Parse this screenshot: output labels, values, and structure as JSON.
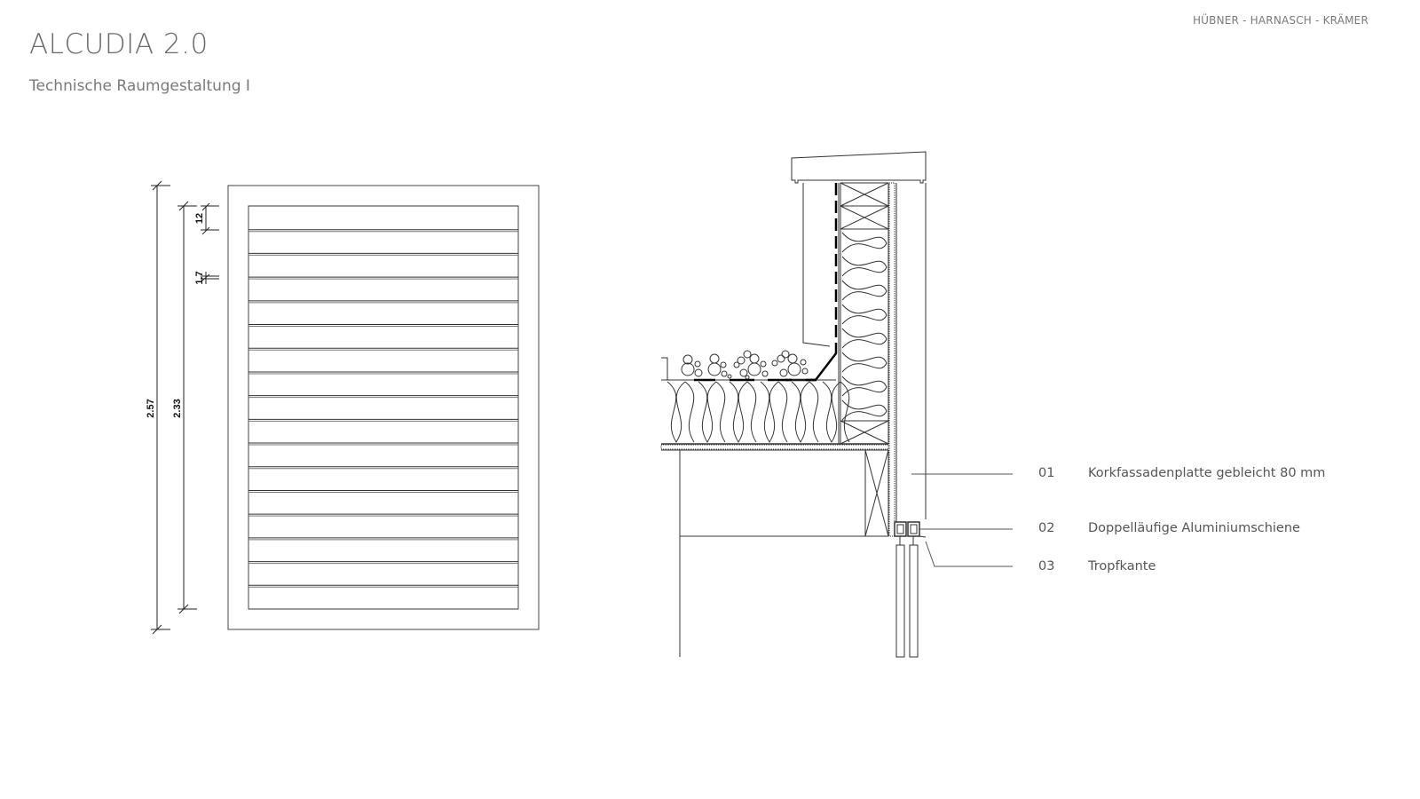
{
  "header": {
    "title": "ALCUDIA 2.0",
    "subtitle": "Technische Raumgestaltung I",
    "brand": "HÜBNER - HARNASCH - KRÄMER"
  },
  "elevation": {
    "dimensions": {
      "total_height": "2.57",
      "inner_height": "2.33",
      "slat_height": "12",
      "slat_gap": "1.7"
    }
  },
  "legend": [
    {
      "number": "01",
      "label": "Korkfassadenplatte gebleicht 80 mm"
    },
    {
      "number": "02",
      "label": "Doppelläufige Aluminiumschiene"
    },
    {
      "number": "03",
      "label": "Tropfkante"
    }
  ]
}
